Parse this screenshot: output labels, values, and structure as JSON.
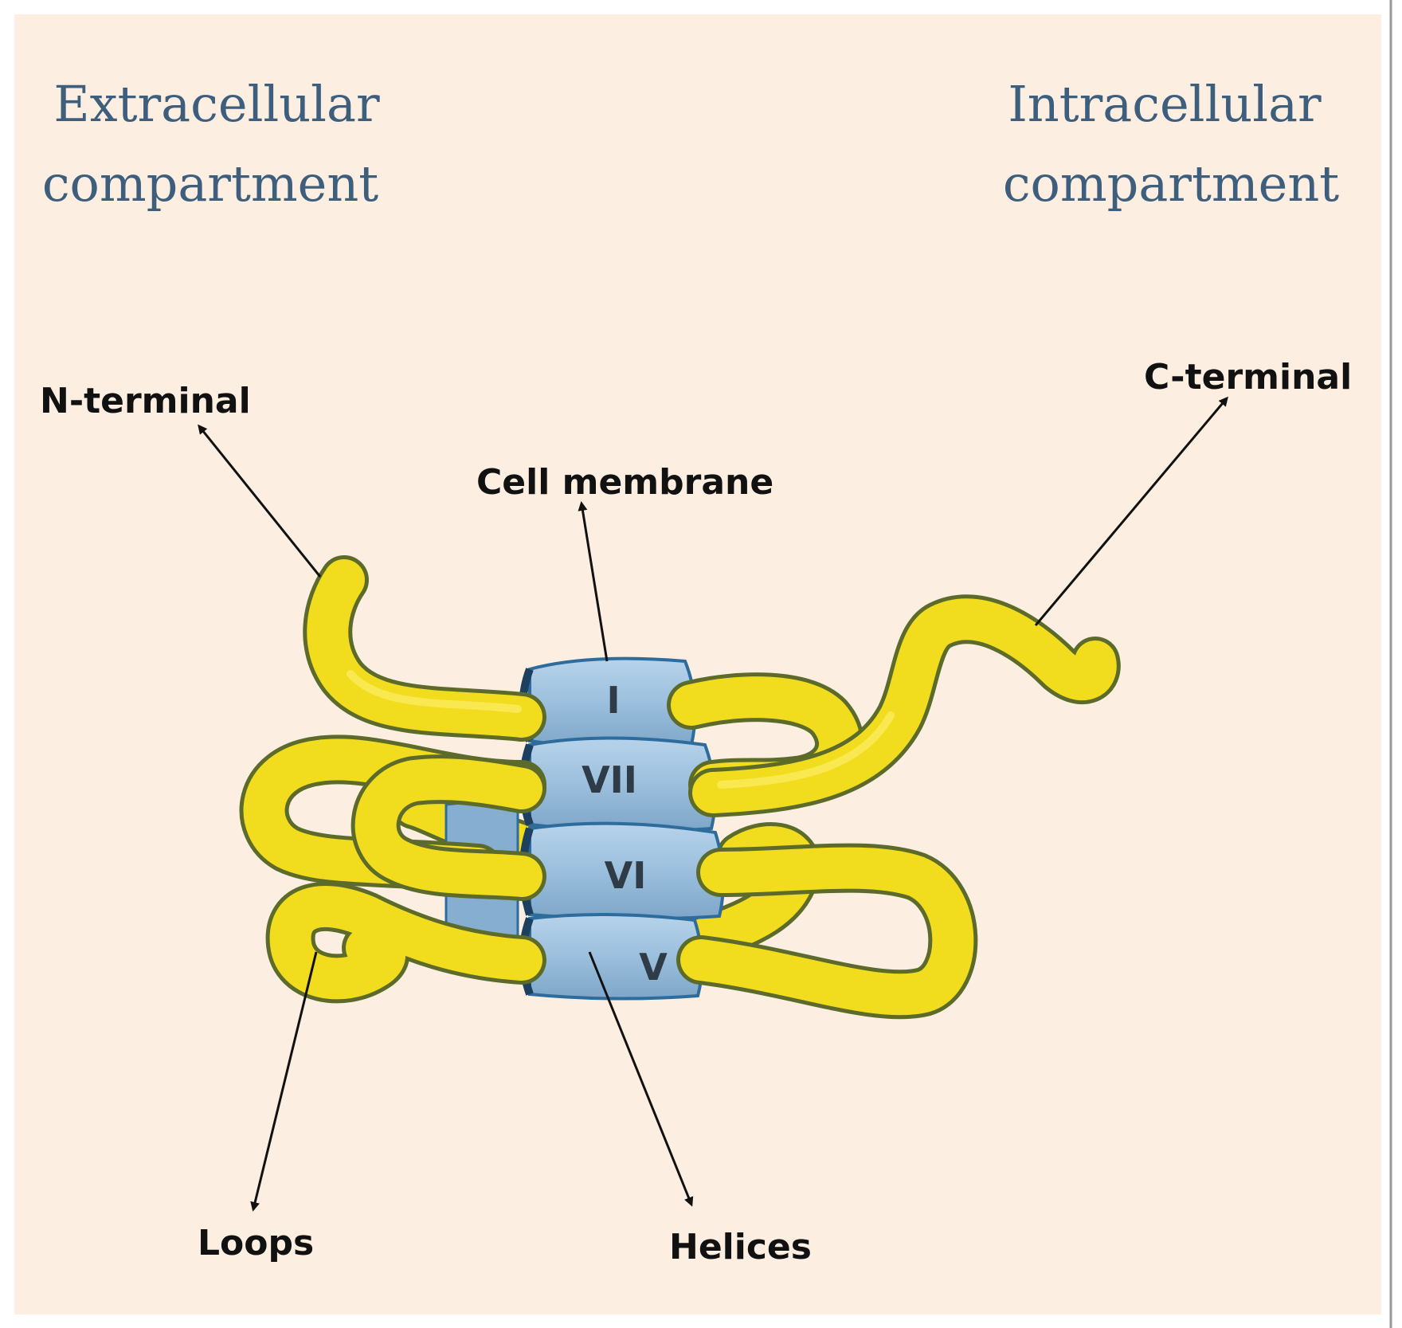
{
  "compartments": {
    "extracellular": [
      "Extracellular",
      "compartment"
    ],
    "intracellular": [
      "Intracellular",
      "compartment"
    ]
  },
  "labels": {
    "n_terminal": "N-terminal",
    "c_terminal": "C-terminal",
    "cell_membrane": "Cell membrane",
    "loops": "Loops",
    "helices": "Helices"
  },
  "helices": [
    "I",
    "VII",
    "VI",
    "V"
  ],
  "colors": {
    "background": "#fcefe1",
    "loop_fill": "#f2dc1e",
    "helix_fill": "#9bbfdd",
    "helix_edge": "#2d6c9c",
    "compartment_text": "#3e5e7e",
    "label_text": "#111111"
  }
}
